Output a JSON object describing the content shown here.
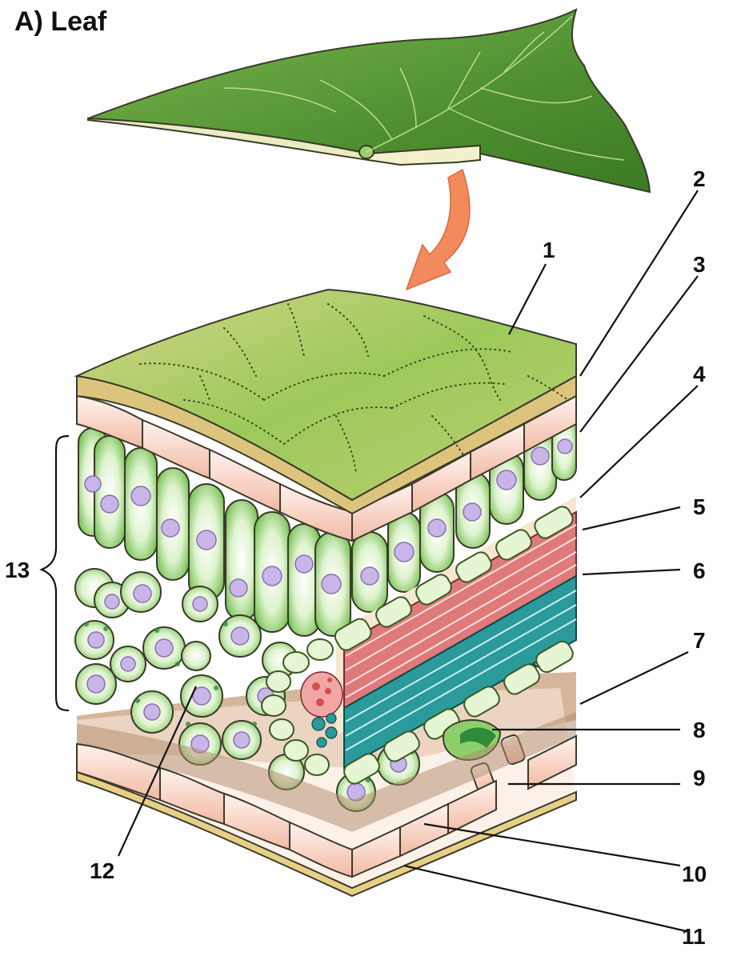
{
  "title": "A) Leaf",
  "labels": {
    "l1": "1",
    "l2": "2",
    "l3": "3",
    "l4": "4",
    "l5": "5",
    "l6": "6",
    "l7": "7",
    "l8": "8",
    "l9": "9",
    "l10": "10",
    "l11": "11",
    "l12": "12",
    "l13": "13"
  },
  "colors": {
    "leaf": "#5a9a3a",
    "cuticle": "#c8cf7a",
    "epidermis": "#f7d3c4",
    "mesophyll": "#8ccf6a",
    "nucleus": "#c9b6e8",
    "xylem": "#e07a7a",
    "phloem": "#2a9a9a",
    "arrow": "#f28a5c"
  }
}
